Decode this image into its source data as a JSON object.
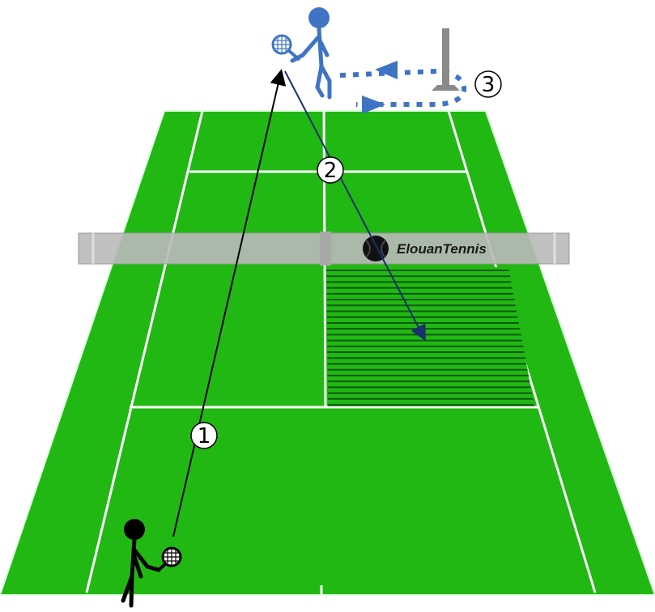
{
  "brand": {
    "name": "ElouanTennis",
    "logo": "tennis-ball-icon"
  },
  "steps": [
    {
      "number": "1",
      "description_icon": "serve-trajectory"
    },
    {
      "number": "2",
      "description_icon": "return-trajectory"
    },
    {
      "number": "3",
      "description_icon": "run-around-pole"
    }
  ],
  "colors": {
    "court": "#22b814",
    "lines": "#ffffff",
    "net": "#b9b9b9",
    "target_zone": "#0d6e0a",
    "top_player": "#3f74c4",
    "bottom_player": "#000000",
    "pole": "#8a8a8a"
  },
  "players": {
    "server": "bottom-player-black",
    "receiver": "top-player-blue"
  }
}
